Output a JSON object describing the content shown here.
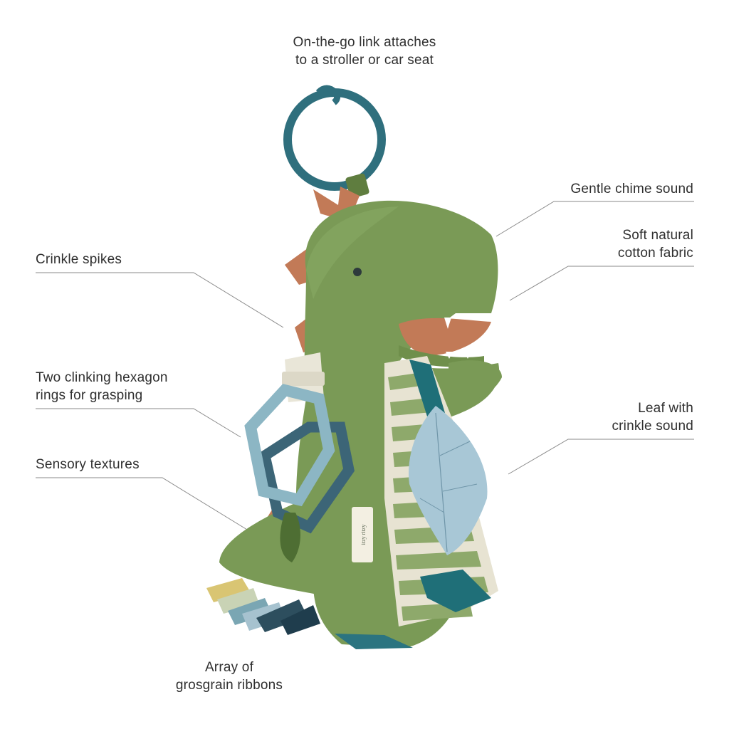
{
  "callouts": {
    "link": {
      "lines": [
        "On-the-go link attaches",
        "to a stroller or car seat"
      ]
    },
    "chime": {
      "lines": [
        "Gentle chime sound"
      ]
    },
    "cotton": {
      "lines": [
        "Soft natural",
        "cotton fabric"
      ]
    },
    "spikes": {
      "lines": [
        "Crinkle spikes"
      ]
    },
    "hexagon": {
      "lines": [
        "Two clinking hexagon",
        "rings for grasping"
      ]
    },
    "leaf": {
      "lines": [
        "Leaf with",
        "crinkle sound"
      ]
    },
    "sensory": {
      "lines": [
        "Sensory textures"
      ]
    },
    "ribbons": {
      "lines": [
        "Array of",
        "grosgrain ribbons"
      ]
    }
  },
  "product": {
    "tag_text": "itzy ritzy",
    "colors": {
      "body_green": "#7a9a56",
      "body_green_dark": "#5f7d3f",
      "spike_rust": "#c27a57",
      "ring_teal": "#2f6f7d",
      "hex_light": "#8cb6c4",
      "hex_dark": "#3c6577",
      "leaf_blue": "#a8c7d6",
      "stripe_cream": "#e7e3d2",
      "teal_accent": "#1f6f78"
    }
  }
}
